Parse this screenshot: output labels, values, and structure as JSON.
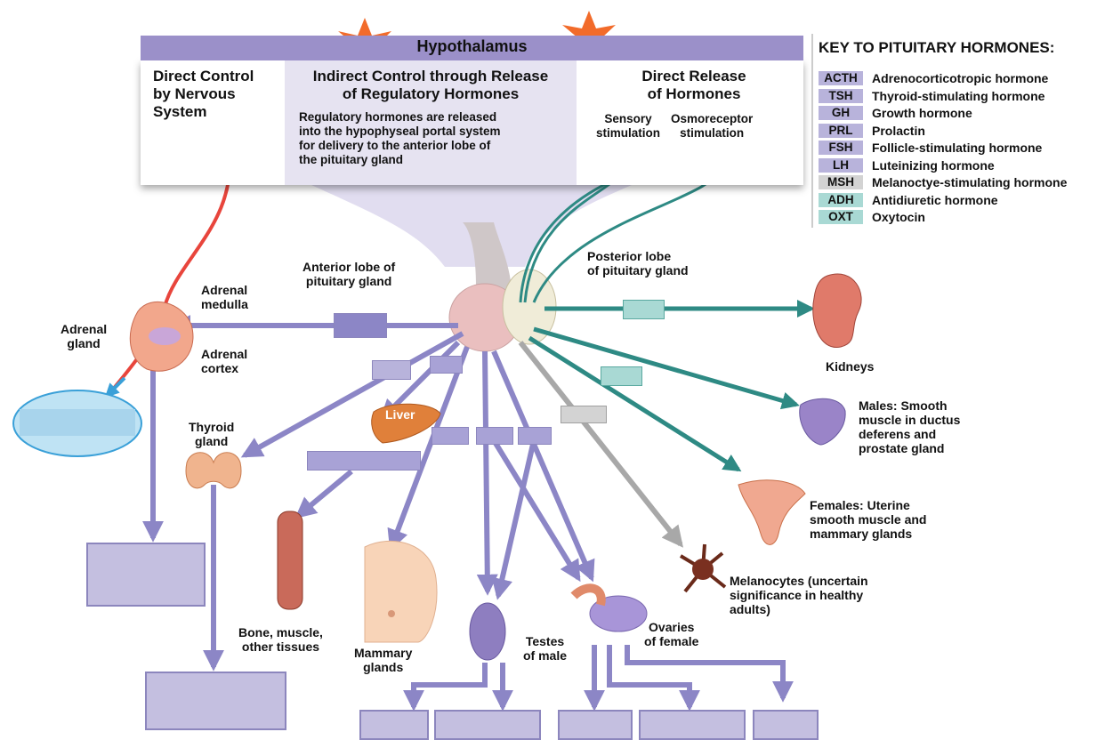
{
  "hypothalamus": {
    "title": "Hypothalamus",
    "direct_control": [
      "Direct Control",
      "by Nervous",
      "System"
    ],
    "indirect_title": [
      "Indirect Control through Release",
      "of Regulatory Hormones"
    ],
    "indirect_body": [
      "Regulatory hormones are released",
      "into the hypophyseal portal system",
      "for delivery to the anterior lobe of",
      "the pituitary gland"
    ],
    "direct_release": [
      "Direct Release",
      "of Hormones"
    ],
    "sensory": [
      "Sensory",
      "stimulation"
    ],
    "osmoreceptor": [
      "Osmoreceptor",
      "stimulation"
    ]
  },
  "key": {
    "title": "KEY TO PITUITARY HORMONES:",
    "items": [
      {
        "abbr": "ACTH",
        "name": "Adrenocorticotropic hormone",
        "color": "#b8b3db"
      },
      {
        "abbr": "TSH",
        "name": "Thyroid-stimulating hormone",
        "color": "#b8b3db"
      },
      {
        "abbr": "GH",
        "name": "Growth hormone",
        "color": "#b8b3db"
      },
      {
        "abbr": "PRL",
        "name": "Prolactin",
        "color": "#b8b3db"
      },
      {
        "abbr": "FSH",
        "name": "Follicle-stimulating hormone",
        "color": "#b8b3db"
      },
      {
        "abbr": "LH",
        "name": "Luteinizing hormone",
        "color": "#b8b3db"
      },
      {
        "abbr": "MSH",
        "name": "Melanoctye-stimulating hormone",
        "color": "#d3d3d3"
      },
      {
        "abbr": "ADH",
        "name": "Antidiuretic hormone",
        "color": "#a9d9d4"
      },
      {
        "abbr": "OXT",
        "name": "Oxytocin",
        "color": "#a9d9d4"
      }
    ]
  },
  "labels": {
    "anterior": [
      "Anterior lobe of",
      "pituitary gland"
    ],
    "posterior": [
      "Posterior lobe",
      "of pituitary gland"
    ],
    "adrenal_gland": [
      "Adrenal",
      "gland"
    ],
    "adrenal_medulla": [
      "Adrenal",
      "medulla"
    ],
    "adrenal_cortex": [
      "Adrenal",
      "cortex"
    ],
    "thyroid": [
      "Thyroid",
      "gland"
    ],
    "liver": "Liver",
    "bone": [
      "Bone, muscle,",
      "other tissues"
    ],
    "mammary": [
      "Mammary",
      "glands"
    ],
    "testes": [
      "Testes",
      "of male"
    ],
    "ovaries": [
      "Ovaries",
      "of female"
    ],
    "melanocytes": [
      "Melanocytes (uncertain",
      "significance in healthy",
      "adults)"
    ],
    "kidneys": "Kidneys",
    "males": [
      "Males: Smooth",
      "muscle in ductus",
      "deferens and",
      "prostate gland"
    ],
    "females": [
      "Females: Uterine",
      "smooth muscle and",
      "mammary glands"
    ]
  },
  "colors": {
    "purple_arrow": "#8c86c6",
    "teal_arrow": "#2e8a84",
    "grey_arrow": "#a8a8a8",
    "red_neuron": "#e8453c",
    "star": "#f26b2a"
  }
}
